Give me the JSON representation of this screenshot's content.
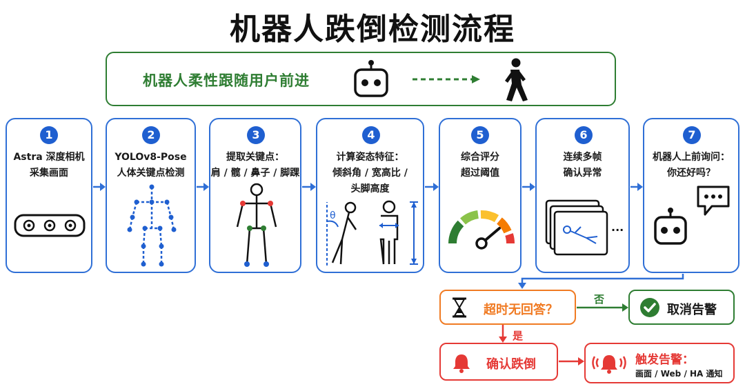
{
  "title": "机器人跌倒检测流程",
  "follow": {
    "text": "机器人柔性跟随用户前进"
  },
  "steps": [
    {
      "num": "1",
      "lines": [
        "Astra 深度相机",
        "采集画面"
      ]
    },
    {
      "num": "2",
      "lines": [
        "YOLOv8-Pose",
        "人体关键点检测"
      ]
    },
    {
      "num": "3",
      "lines": [
        "提取关键点：",
        "肩 / 髋 / 鼻子 / 脚踝"
      ]
    },
    {
      "num": "4",
      "lines": [
        "计算姿态特征：",
        "倾斜角 / 宽高比 /",
        "头脚高度"
      ]
    },
    {
      "num": "5",
      "lines": [
        "综合评分",
        "超过阈值"
      ]
    },
    {
      "num": "6",
      "lines": [
        "连续多帧",
        "确认异常"
      ]
    },
    {
      "num": "7",
      "lines": [
        "机器人上前询问：",
        "你还好吗？"
      ]
    }
  ],
  "step4_theta": "θ",
  "step6_more": "...",
  "decision": {
    "text": "超时无回答？",
    "no_label": "否",
    "yes_label": "是"
  },
  "cancel": {
    "text": "取消告警"
  },
  "confirm": {
    "text": "确认跌倒"
  },
  "alarm": {
    "title": "触发告警：",
    "sub": "画面 / Web / HA 通知"
  },
  "colors": {
    "blue": "#2f6fd6",
    "green": "#2e7d32",
    "orange": "#f07a22",
    "red": "#e53935"
  }
}
